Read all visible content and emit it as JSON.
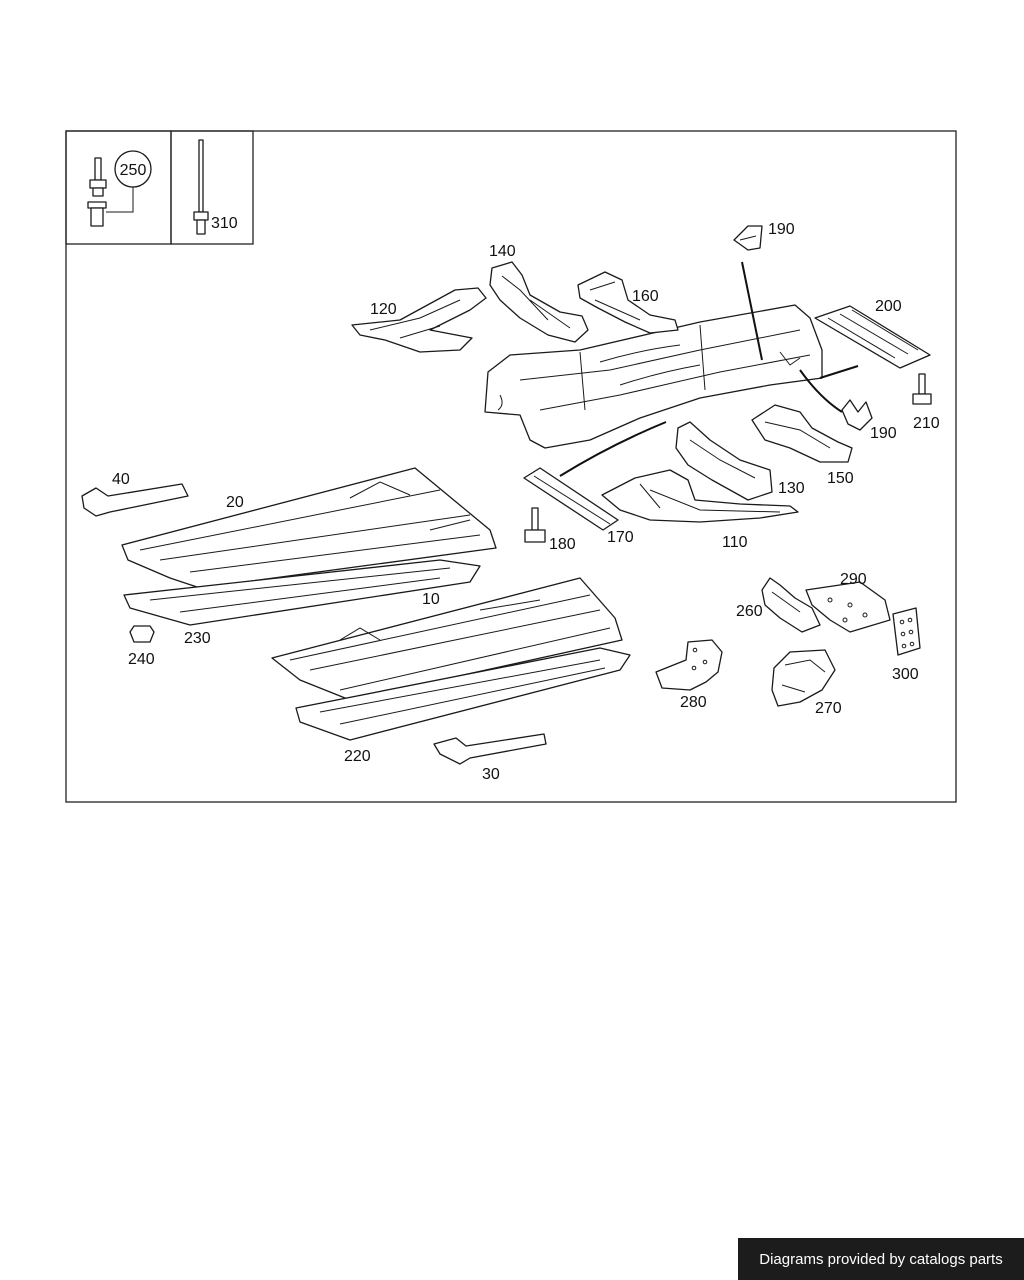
{
  "diagram": {
    "callouts": {
      "c10": "10",
      "c20": "20",
      "c30": "30",
      "c40": "40",
      "c110": "110",
      "c120": "120",
      "c130": "130",
      "c140": "140",
      "c150": "150",
      "c160": "160",
      "c170": "170",
      "c180": "180",
      "c190a": "190",
      "c190b": "190",
      "c200": "200",
      "c210": "210",
      "c220": "220",
      "c230": "230",
      "c240": "240",
      "c250": "250",
      "c260": "260",
      "c270": "270",
      "c280": "280",
      "c290": "290",
      "c300": "300",
      "c310": "310"
    }
  },
  "footer": {
    "text": "Diagrams provided by catalogs parts"
  },
  "colors": {
    "line": "#1a1a1a",
    "footer_bg": "#1c1c1c",
    "footer_text": "#ffffff"
  }
}
